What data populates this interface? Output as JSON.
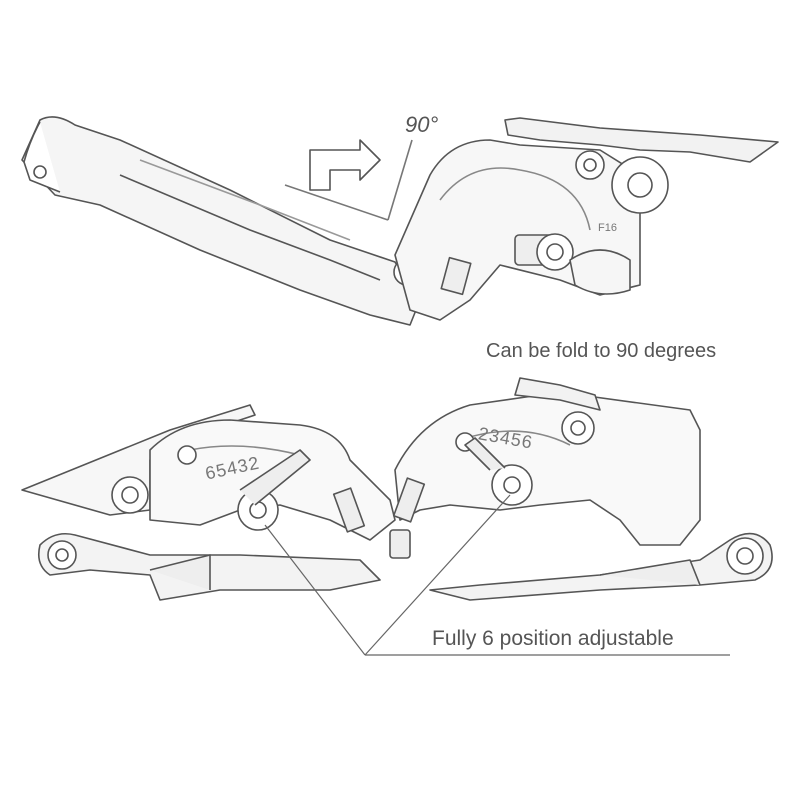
{
  "captions": {
    "fold": "Can be fold to 90 degrees",
    "adjustable": "Fully 6 position adjustable"
  },
  "fold_angle_label": "90°",
  "scale_left_digits": "65432",
  "scale_right_digits": "23456",
  "part_marking": "F16",
  "colors": {
    "line": "#555555",
    "fill": "#ffffff",
    "shade": "#eeeeee"
  }
}
